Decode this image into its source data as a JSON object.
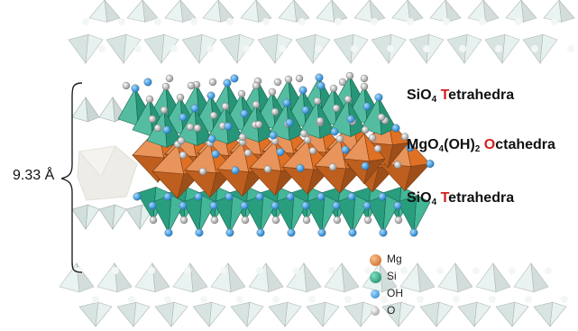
{
  "diagram": {
    "layers": {
      "top": {
        "formula": "SiO",
        "sub": "4",
        "first_letter": "T",
        "rest": "etrahedra"
      },
      "middle": {
        "formula_a": "MgO",
        "sub_a": "4",
        "formula_b": "(OH)",
        "sub_b": "2",
        "first_letter": "O",
        "rest": "ctahedra"
      },
      "bottom": {
        "formula": "SiO",
        "sub": "4",
        "first_letter": "T",
        "rest": "etrahedra"
      }
    },
    "interlayer_distance": "9.33 Å",
    "legend": [
      {
        "label": "Mg",
        "color": "#e8731e"
      },
      {
        "label": "Si",
        "color": "#1fa27f"
      },
      {
        "label": "OH",
        "color": "#2a9fe3"
      },
      {
        "label": "O",
        "color": "#a6a6a6"
      }
    ],
    "colors": {
      "tetrahedra": "#2eaf8c",
      "octahedra": "#e07024",
      "highlight_letter": "#d61f1f",
      "ghost_layers": "#cfe5e1"
    }
  }
}
